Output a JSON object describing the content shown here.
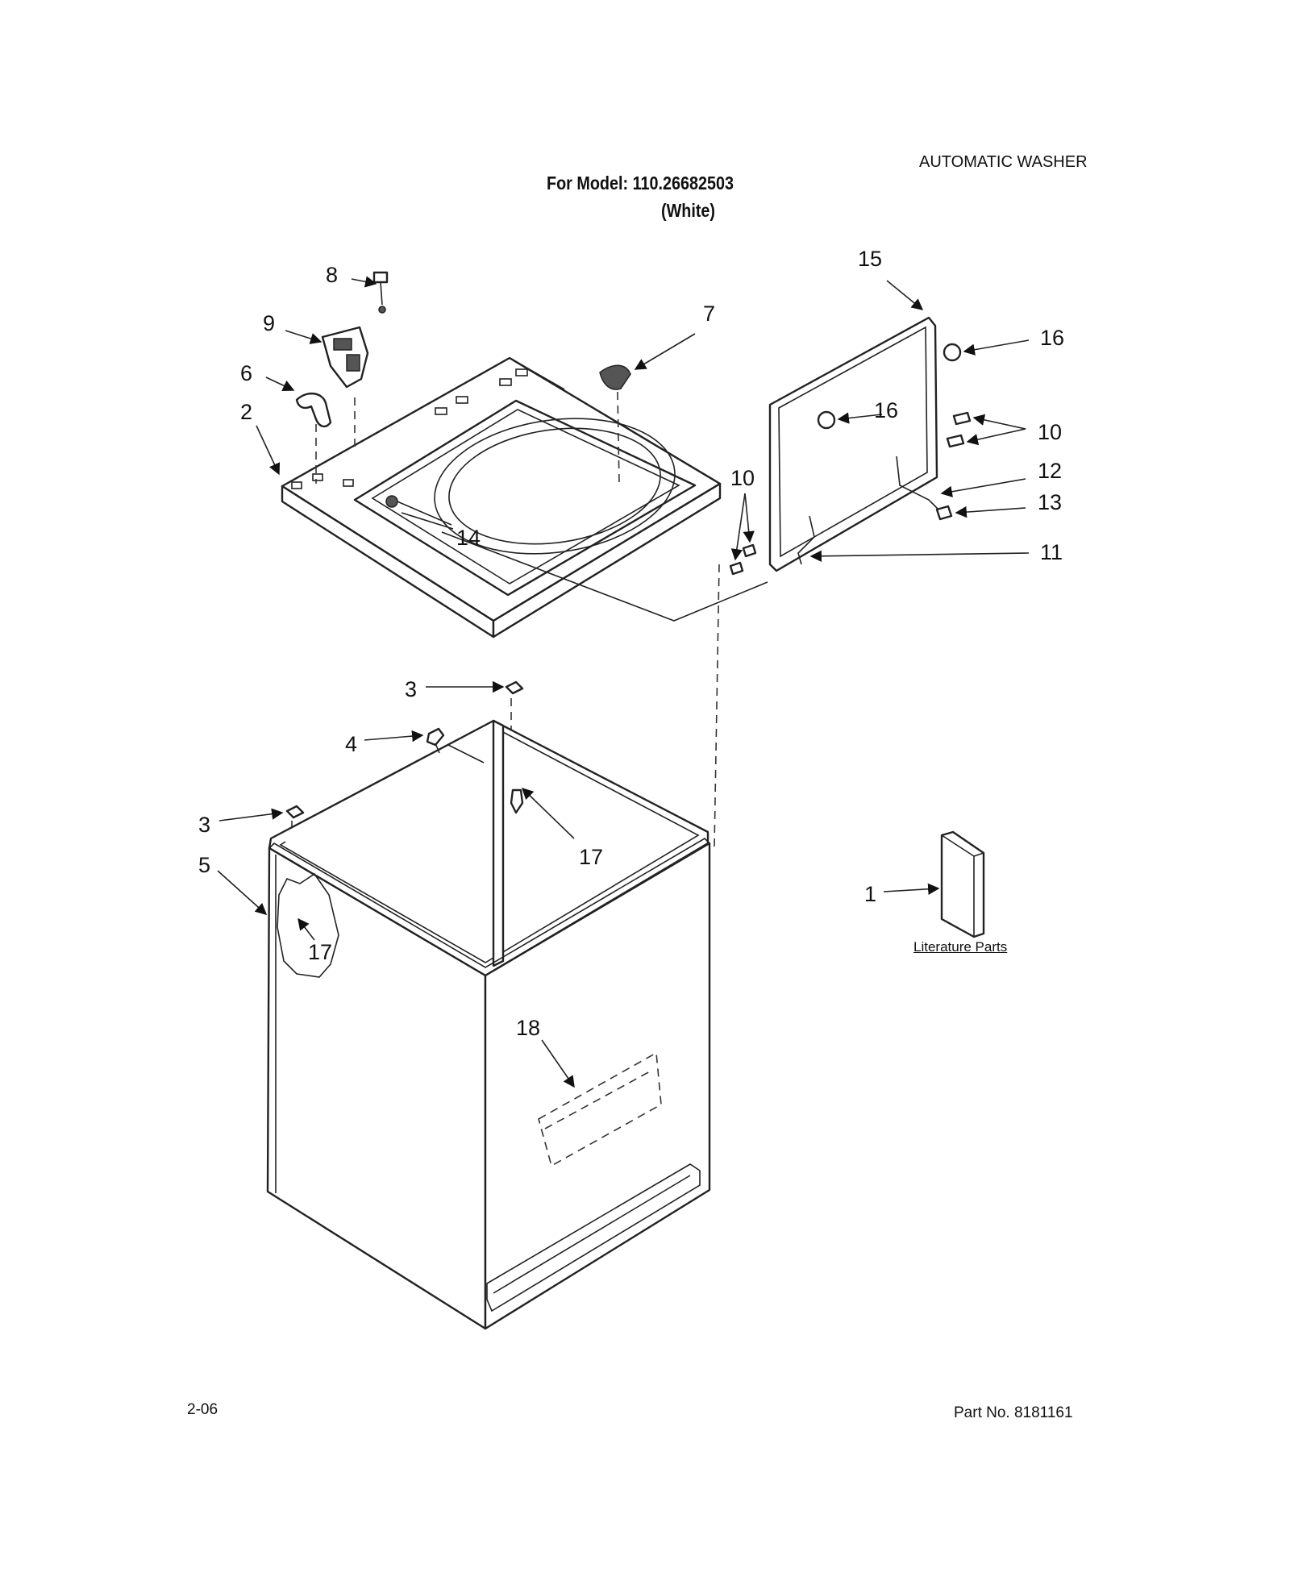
{
  "header": {
    "product_type": "AUTOMATIC WASHER",
    "model_line": "For Model: 110.26682503",
    "model_variant": "(White)"
  },
  "footer": {
    "page_code": "2-06",
    "part_number": "Part No. 8181161"
  },
  "literature_label": "Literature Parts",
  "callouts": {
    "c1": "1",
    "c2": "2",
    "c3a": "3",
    "c3b": "3",
    "c4": "4",
    "c5": "5",
    "c6": "6",
    "c7": "7",
    "c8": "8",
    "c9": "9",
    "c10a": "10",
    "c10b": "10",
    "c11": "11",
    "c12": "12",
    "c13": "13",
    "c14": "14",
    "c15": "15",
    "c16a": "16",
    "c16b": "16",
    "c17a": "17",
    "c17b": "17",
    "c18": "18"
  }
}
